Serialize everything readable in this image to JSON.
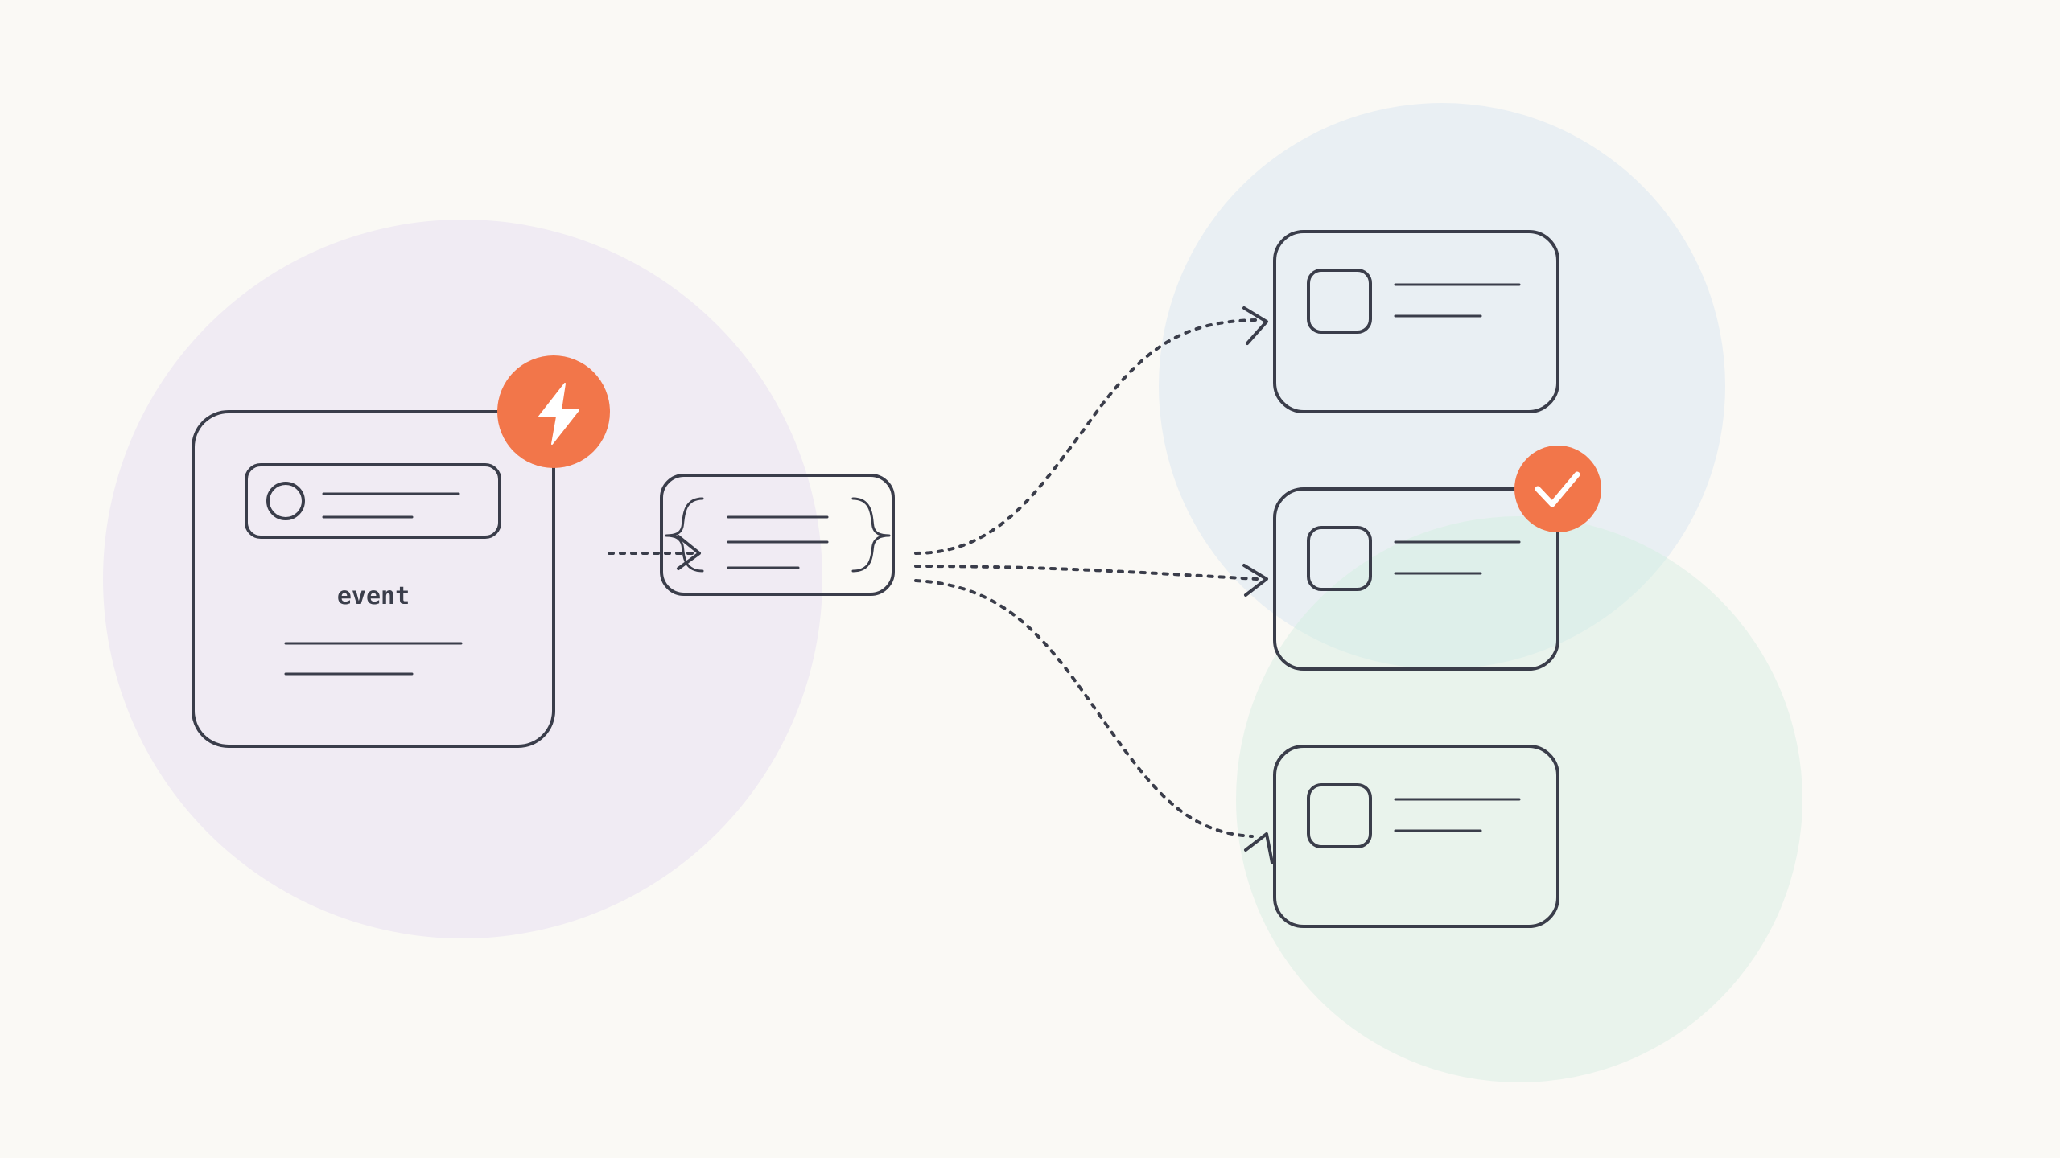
{
  "diagram": {
    "source_card": {
      "label": "event",
      "badge_icon": "lightning-bolt-icon"
    },
    "payload_icon": "curly-braces-icon",
    "target_cards": [
      {
        "name": "target-card-1",
        "badge_icon": null
      },
      {
        "name": "target-card-2",
        "badge_icon": "checkmark-icon"
      },
      {
        "name": "target-card-3",
        "badge_icon": null
      }
    ]
  },
  "colors": {
    "background": "#faf9f5",
    "stroke": "#3a3d4a",
    "accent": "#f2764a",
    "source_bubble": "#f0ebf3",
    "top_bubble": "#e9eff3",
    "bottom_bubble": "#e9f3ec"
  }
}
